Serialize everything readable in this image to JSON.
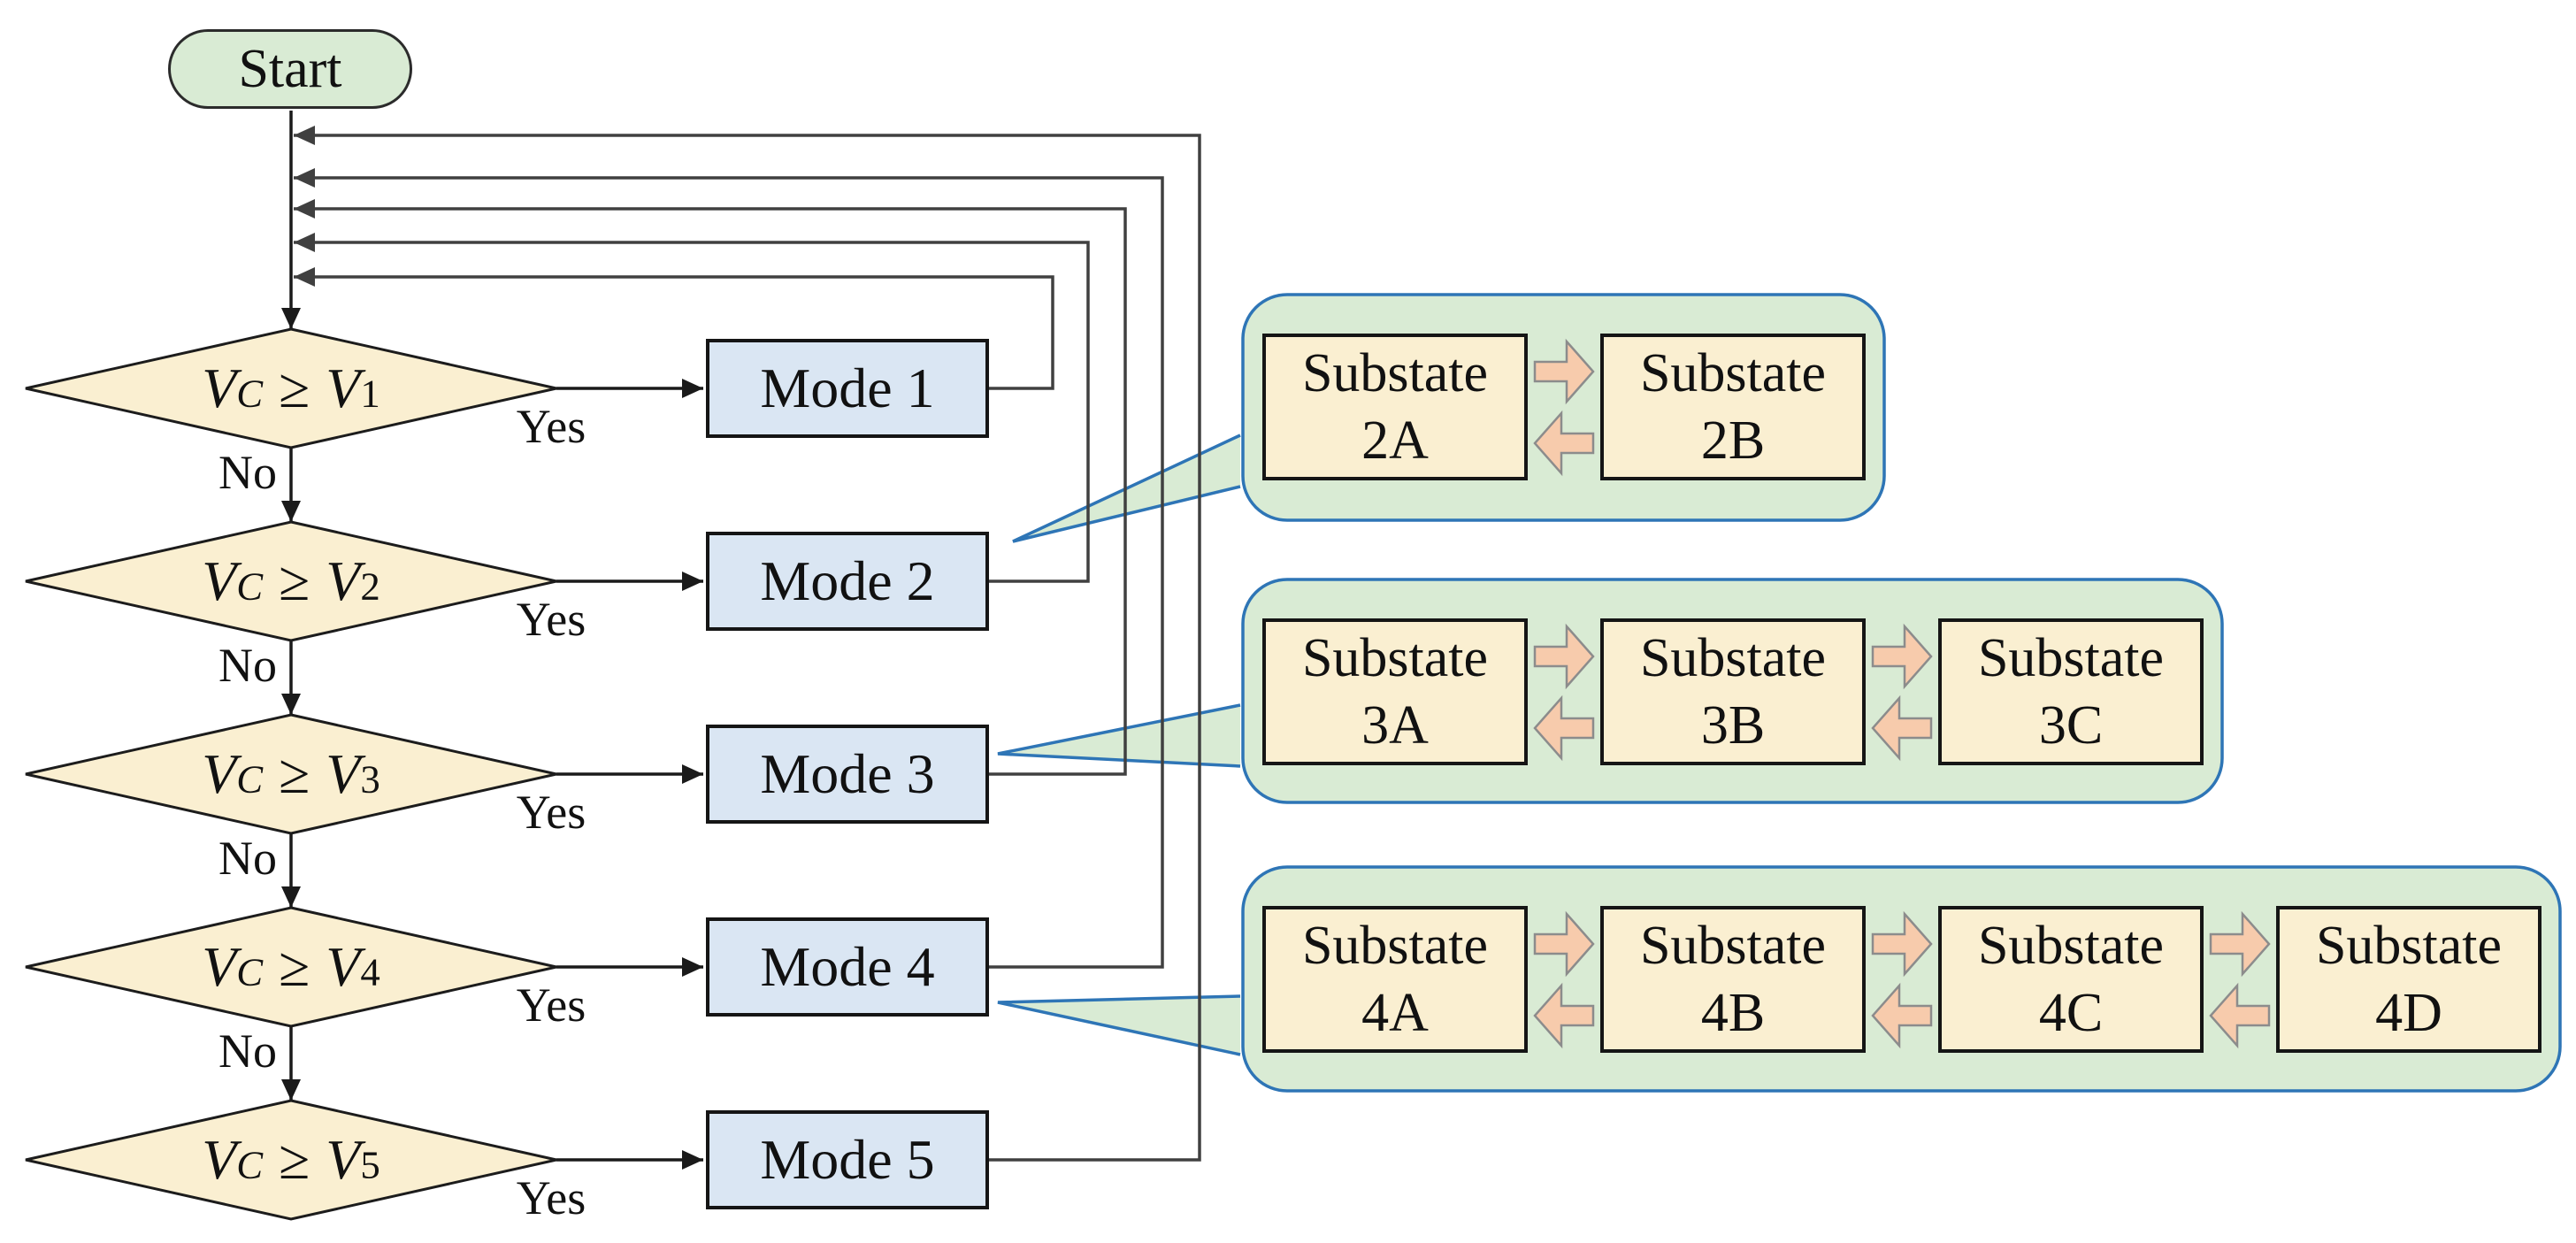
{
  "flow": {
    "start_label": "Start",
    "decisions": [
      {
        "condition": {
          "lhs": "V",
          "lhs_sub": "C",
          "op": "≥",
          "rhs": "V",
          "rhs_sub": "1"
        },
        "yes_label": "Yes",
        "no_label": "No",
        "mode_label": "Mode 1"
      },
      {
        "condition": {
          "lhs": "V",
          "lhs_sub": "C",
          "op": "≥",
          "rhs": "V",
          "rhs_sub": "2"
        },
        "yes_label": "Yes",
        "no_label": "No",
        "mode_label": "Mode 2"
      },
      {
        "condition": {
          "lhs": "V",
          "lhs_sub": "C",
          "op": "≥",
          "rhs": "V",
          "rhs_sub": "3"
        },
        "yes_label": "Yes",
        "no_label": "No",
        "mode_label": "Mode 3"
      },
      {
        "condition": {
          "lhs": "V",
          "lhs_sub": "C",
          "op": "≥",
          "rhs": "V",
          "rhs_sub": "4"
        },
        "yes_label": "Yes",
        "no_label": "No",
        "mode_label": "Mode 4"
      },
      {
        "condition": {
          "lhs": "V",
          "lhs_sub": "C",
          "op": "≥",
          "rhs": "V",
          "rhs_sub": "5"
        },
        "yes_label": "Yes",
        "mode_label": "Mode 5"
      }
    ],
    "callouts": [
      {
        "attached_mode": "Mode 2",
        "substates": [
          {
            "line1": "Substate",
            "line2": "2A"
          },
          {
            "line1": "Substate",
            "line2": "2B"
          }
        ]
      },
      {
        "attached_mode": "Mode 3",
        "substates": [
          {
            "line1": "Substate",
            "line2": "3A"
          },
          {
            "line1": "Substate",
            "line2": "3B"
          },
          {
            "line1": "Substate",
            "line2": "3C"
          }
        ]
      },
      {
        "attached_mode": "Mode 4",
        "substates": [
          {
            "line1": "Substate",
            "line2": "4A"
          },
          {
            "line1": "Substate",
            "line2": "4B"
          },
          {
            "line1": "Substate",
            "line2": "4C"
          },
          {
            "line1": "Substate",
            "line2": "4D"
          }
        ]
      }
    ]
  },
  "colors": {
    "node_green": "#D9EBD4",
    "node_cream": "#FAEFD1",
    "node_blue": "#DAE6F3",
    "callout_green": "#D9EBD4",
    "callout_border": "#2E75B6",
    "arrow_peach": "#F7CBAC",
    "arrow_border": "#8C8C8C",
    "connector": "#1A1A1A",
    "return_connector": "#404040"
  }
}
